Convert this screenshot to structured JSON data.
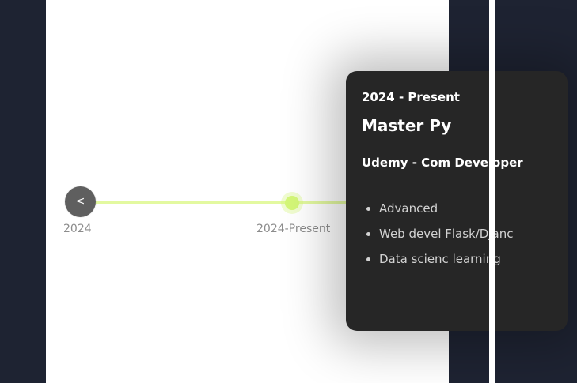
{
  "timeline": {
    "prev_label": "<",
    "items": [
      {
        "label": "2024"
      },
      {
        "label": "2024-Present"
      }
    ]
  },
  "card": {
    "date": "2024 - Present",
    "title": "Master Py",
    "org": "Udemy - Com Developer",
    "bullets": [
      "Advanced",
      "Web devel Flask/Djanc",
      "Data scienc learning"
    ]
  },
  "colors": {
    "background": "#1e2332",
    "panel": "#ffffff",
    "accent": "#d4f778",
    "card": "#262626"
  }
}
